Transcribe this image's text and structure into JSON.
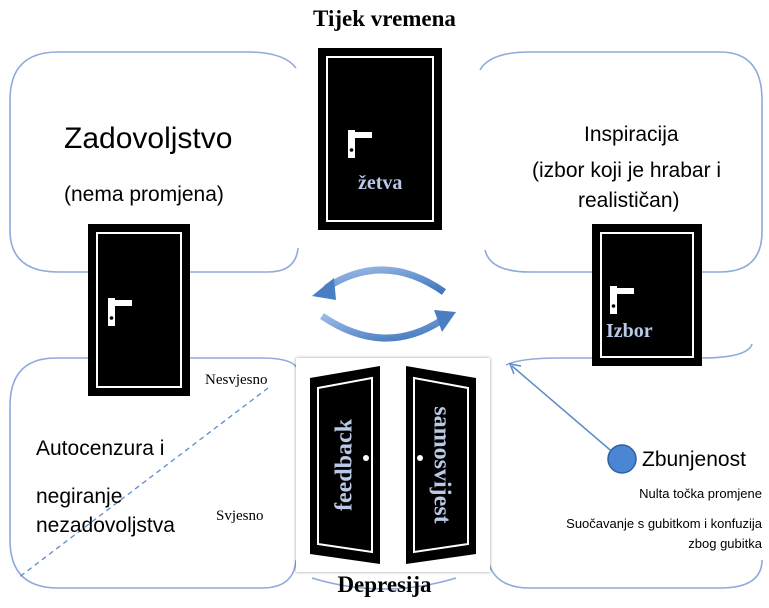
{
  "title": "Tijek vremena",
  "bottom_title": "Depresija",
  "quadrants": {
    "top_left": {
      "heading": "Zadovoljstvo",
      "sub": "(nema promjena)"
    },
    "top_right": {
      "heading": "Inspiracija",
      "sub1": "(izbor koji je hrabar i",
      "sub2": "realističan)"
    },
    "bottom_left": {
      "line1": "Autocenzura i",
      "line2": "negiranje",
      "line3": "nezadovoljstva"
    },
    "bottom_right": {
      "heading": "Zbunjenost",
      "line1": "Nulta točka promjene",
      "line2": "Suočavanje s gubitkom i konfuzija",
      "line3": "zbog gubitka"
    }
  },
  "doors": {
    "top": {
      "label": "žetva"
    },
    "left": {
      "label": ""
    },
    "right": {
      "label": "Izbor"
    },
    "center_left": {
      "label": "feedback"
    },
    "center_right": {
      "label": "samosvijest"
    }
  },
  "labels": {
    "unconscious": "Nesvjesno",
    "conscious": "Svjesno"
  },
  "colors": {
    "quadrant_line": "#8faadc",
    "arrow": "#5b8bc9",
    "dot": "#4a86d4",
    "door_text": "#b9c9e6"
  },
  "icons": {
    "cycle": "circular-arrows-icon",
    "handle": "door-handle-icon"
  }
}
